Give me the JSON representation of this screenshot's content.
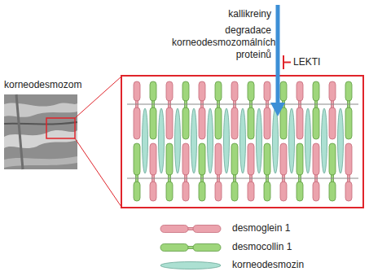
{
  "diagram": {
    "labels": [
      "kallikreiny",
      "degradace korneodesmozomálních proteinů",
      "LEKTI",
      "korneodesmozom"
    ],
    "legend": [
      {
        "text": "desmoglein 1"
      },
      {
        "text": "desmocollin 1"
      },
      {
        "text": "korneodesmozin"
      }
    ]
  }
}
